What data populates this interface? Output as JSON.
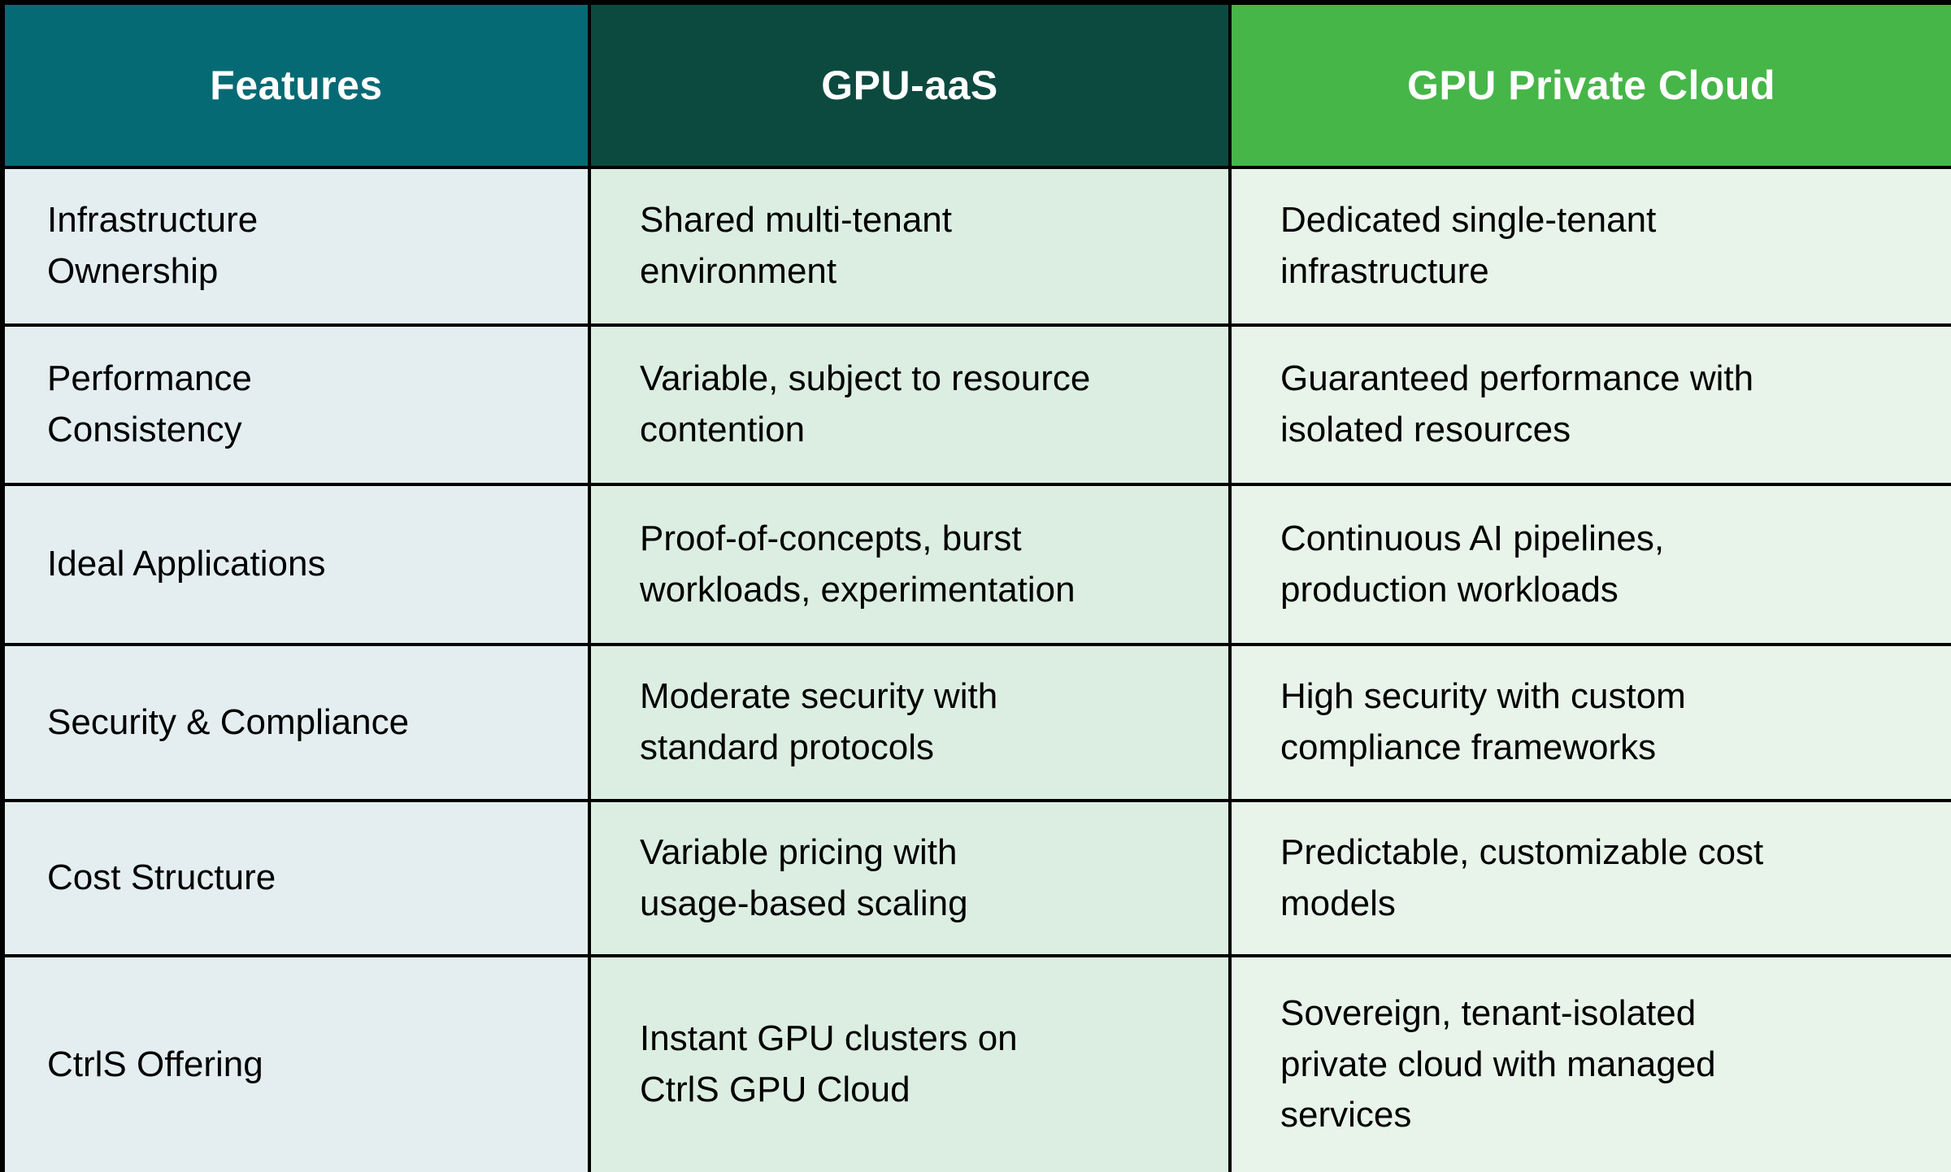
{
  "table": {
    "columns": [
      {
        "id": "features",
        "label": "Features"
      },
      {
        "id": "gpu_aas",
        "label": "GPU-aaS"
      },
      {
        "id": "gpu_private_cloud",
        "label": "GPU Private Cloud"
      }
    ],
    "rows": [
      {
        "feature": "Infrastructure\nOwnership",
        "gpu_aas": "Shared multi-tenant\nenvironment",
        "gpu_private_cloud": "Dedicated single-tenant\ninfrastructure"
      },
      {
        "feature": "Performance\nConsistency",
        "gpu_aas": "Variable, subject to resource\ncontention",
        "gpu_private_cloud": "Guaranteed performance with\nisolated resources"
      },
      {
        "feature": "Ideal Applications",
        "gpu_aas": "Proof-of-concepts, burst\nworkloads, experimentation",
        "gpu_private_cloud": "Continuous AI pipelines,\nproduction workloads"
      },
      {
        "feature": "Security & Compliance",
        "gpu_aas": "Moderate security with\nstandard protocols",
        "gpu_private_cloud": "High security with custom\ncompliance frameworks"
      },
      {
        "feature": "Cost Structure",
        "gpu_aas": "Variable pricing with\nusage-based scaling",
        "gpu_private_cloud": "Predictable, customizable cost\nmodels"
      },
      {
        "feature": "CtrlS Offering",
        "gpu_aas": "Instant GPU clusters on\nCtrlS GPU Cloud",
        "gpu_private_cloud": "Sovereign, tenant-isolated\nprivate cloud with managed\nservices"
      }
    ],
    "colors": {
      "features_header_bg": "#066a74",
      "gpu_aas_header_bg": "#0c4a3f",
      "gpu_private_cloud_header_bg": "#46b649",
      "features_col_bg": "#e4eef0",
      "gpu_aas_col_bg": "#dceee2",
      "gpu_private_cloud_col_bg": "#e8f4ea",
      "header_text": "#ffffff",
      "body_text": "#000000",
      "border": "#000000"
    }
  },
  "chart_data": {
    "type": "table",
    "columns": [
      "Features",
      "GPU-aaS",
      "GPU Private Cloud"
    ],
    "rows": [
      [
        "Infrastructure Ownership",
        "Shared multi-tenant environment",
        "Dedicated single-tenant infrastructure"
      ],
      [
        "Performance Consistency",
        "Variable, subject to resource contention",
        "Guaranteed performance with isolated resources"
      ],
      [
        "Ideal Applications",
        "Proof-of-concepts, burst workloads, experimentation",
        "Continuous AI pipelines, production workloads"
      ],
      [
        "Security & Compliance",
        "Moderate security with standard protocols",
        "High security with custom compliance frameworks"
      ],
      [
        "Cost Structure",
        "Variable pricing with usage-based scaling",
        "Predictable, customizable cost models"
      ],
      [
        "CtrlS Offering",
        "Instant GPU clusters on CtrlS GPU Cloud",
        "Sovereign, tenant-isolated private cloud with managed services"
      ]
    ],
    "legend_position": "none",
    "grid": true
  }
}
